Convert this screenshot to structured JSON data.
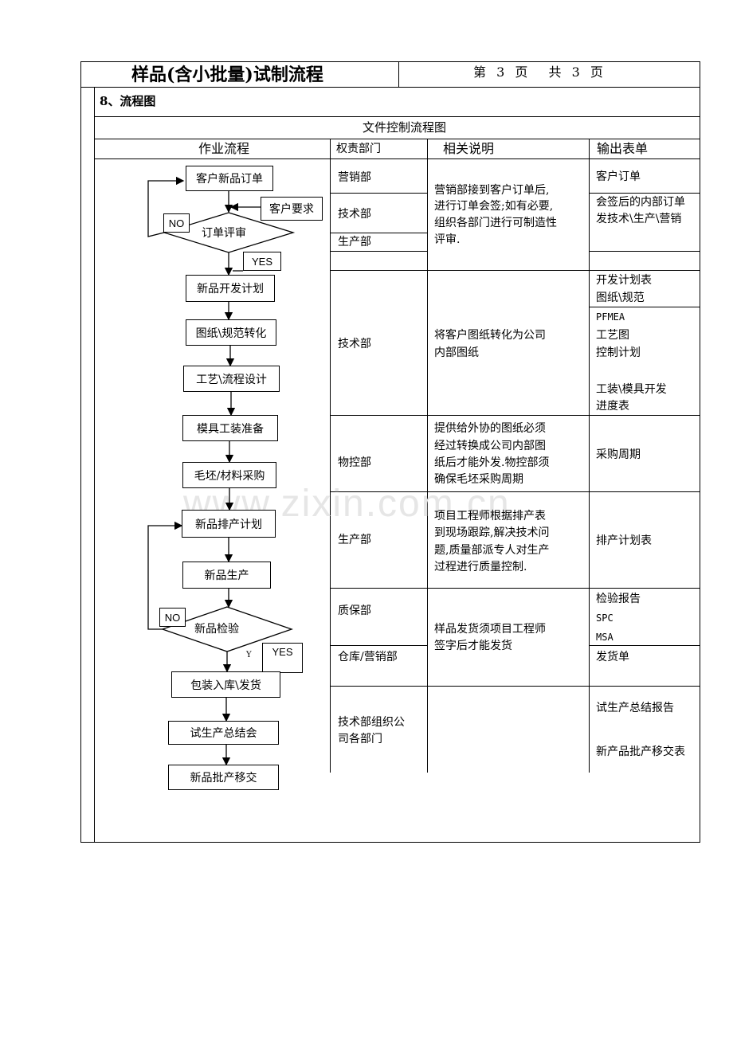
{
  "header": {
    "title": "样品(含小批量)试制流程",
    "page_info": "第 3 页  共 3 页"
  },
  "section": "8、流程图",
  "table_title": "文件控制流程图",
  "columns": [
    "作业流程",
    "权责部门",
    "相关说明",
    "输出表单"
  ],
  "watermark": "www.zixin.com.cn",
  "flow": {
    "steps": [
      "客户新品订单",
      "客户要求",
      "订单评审",
      "新品开发计划",
      "图纸\\规范转化",
      "工艺\\流程设计",
      "模具工装准备",
      "毛坯/材料采购",
      "新品排产计划",
      "新品生产",
      "新品检验",
      "包装入库\\发货",
      "试生产总结会",
      "新品批产移交"
    ],
    "no_label": "NO",
    "yes_label": "YES",
    "stray_mark": "Y"
  },
  "rows": {
    "r1": {
      "depts": [
        "营销部",
        "技术部",
        "生产部"
      ],
      "desc": [
        "营销部接到客户订单后,",
        "进行订单会签;如有必要,",
        "组织各部门进行可制造性",
        "评审."
      ],
      "outputs_a": [
        "客户订单"
      ],
      "outputs_b": [
        "会签后的内部订单",
        "发技术\\生产\\营销"
      ]
    },
    "r2": {
      "dept": "技术部",
      "desc": [
        "将客户图纸转化为公司",
        "内部图纸"
      ],
      "outputs_a": [
        "开发计划表",
        "图纸\\规范"
      ],
      "outputs_b": [
        "PFMEA",
        "工艺图",
        "控制计划",
        "",
        "工装\\模具开发",
        "进度表"
      ]
    },
    "r3": {
      "dept": "物控部",
      "desc": [
        "提供给外协的图纸必须",
        "经过转换成公司内部图",
        "纸后才能外发.物控部须",
        "确保毛坯采购周期"
      ],
      "outputs": [
        "采购周期"
      ]
    },
    "r4": {
      "dept": "生产部",
      "desc": [
        "项目工程师根据排产表",
        "到现场跟踪,解决技术问",
        "题,质量部派专人对生产",
        "过程进行质量控制."
      ],
      "outputs": [
        "排产计划表"
      ]
    },
    "r5": {
      "depts": [
        "质保部",
        "仓库/营销部"
      ],
      "desc": [
        "样品发货须项目工程师",
        "签字后才能发货"
      ],
      "outputs_a": [
        "检验报告",
        "SPC",
        "MSA"
      ],
      "outputs_b": [
        "发货单"
      ]
    },
    "r6": {
      "dept": [
        "技术部组织公",
        "司各部门"
      ],
      "outputs": [
        "试生产总结报告",
        "",
        "新产品批产移交表"
      ]
    }
  }
}
